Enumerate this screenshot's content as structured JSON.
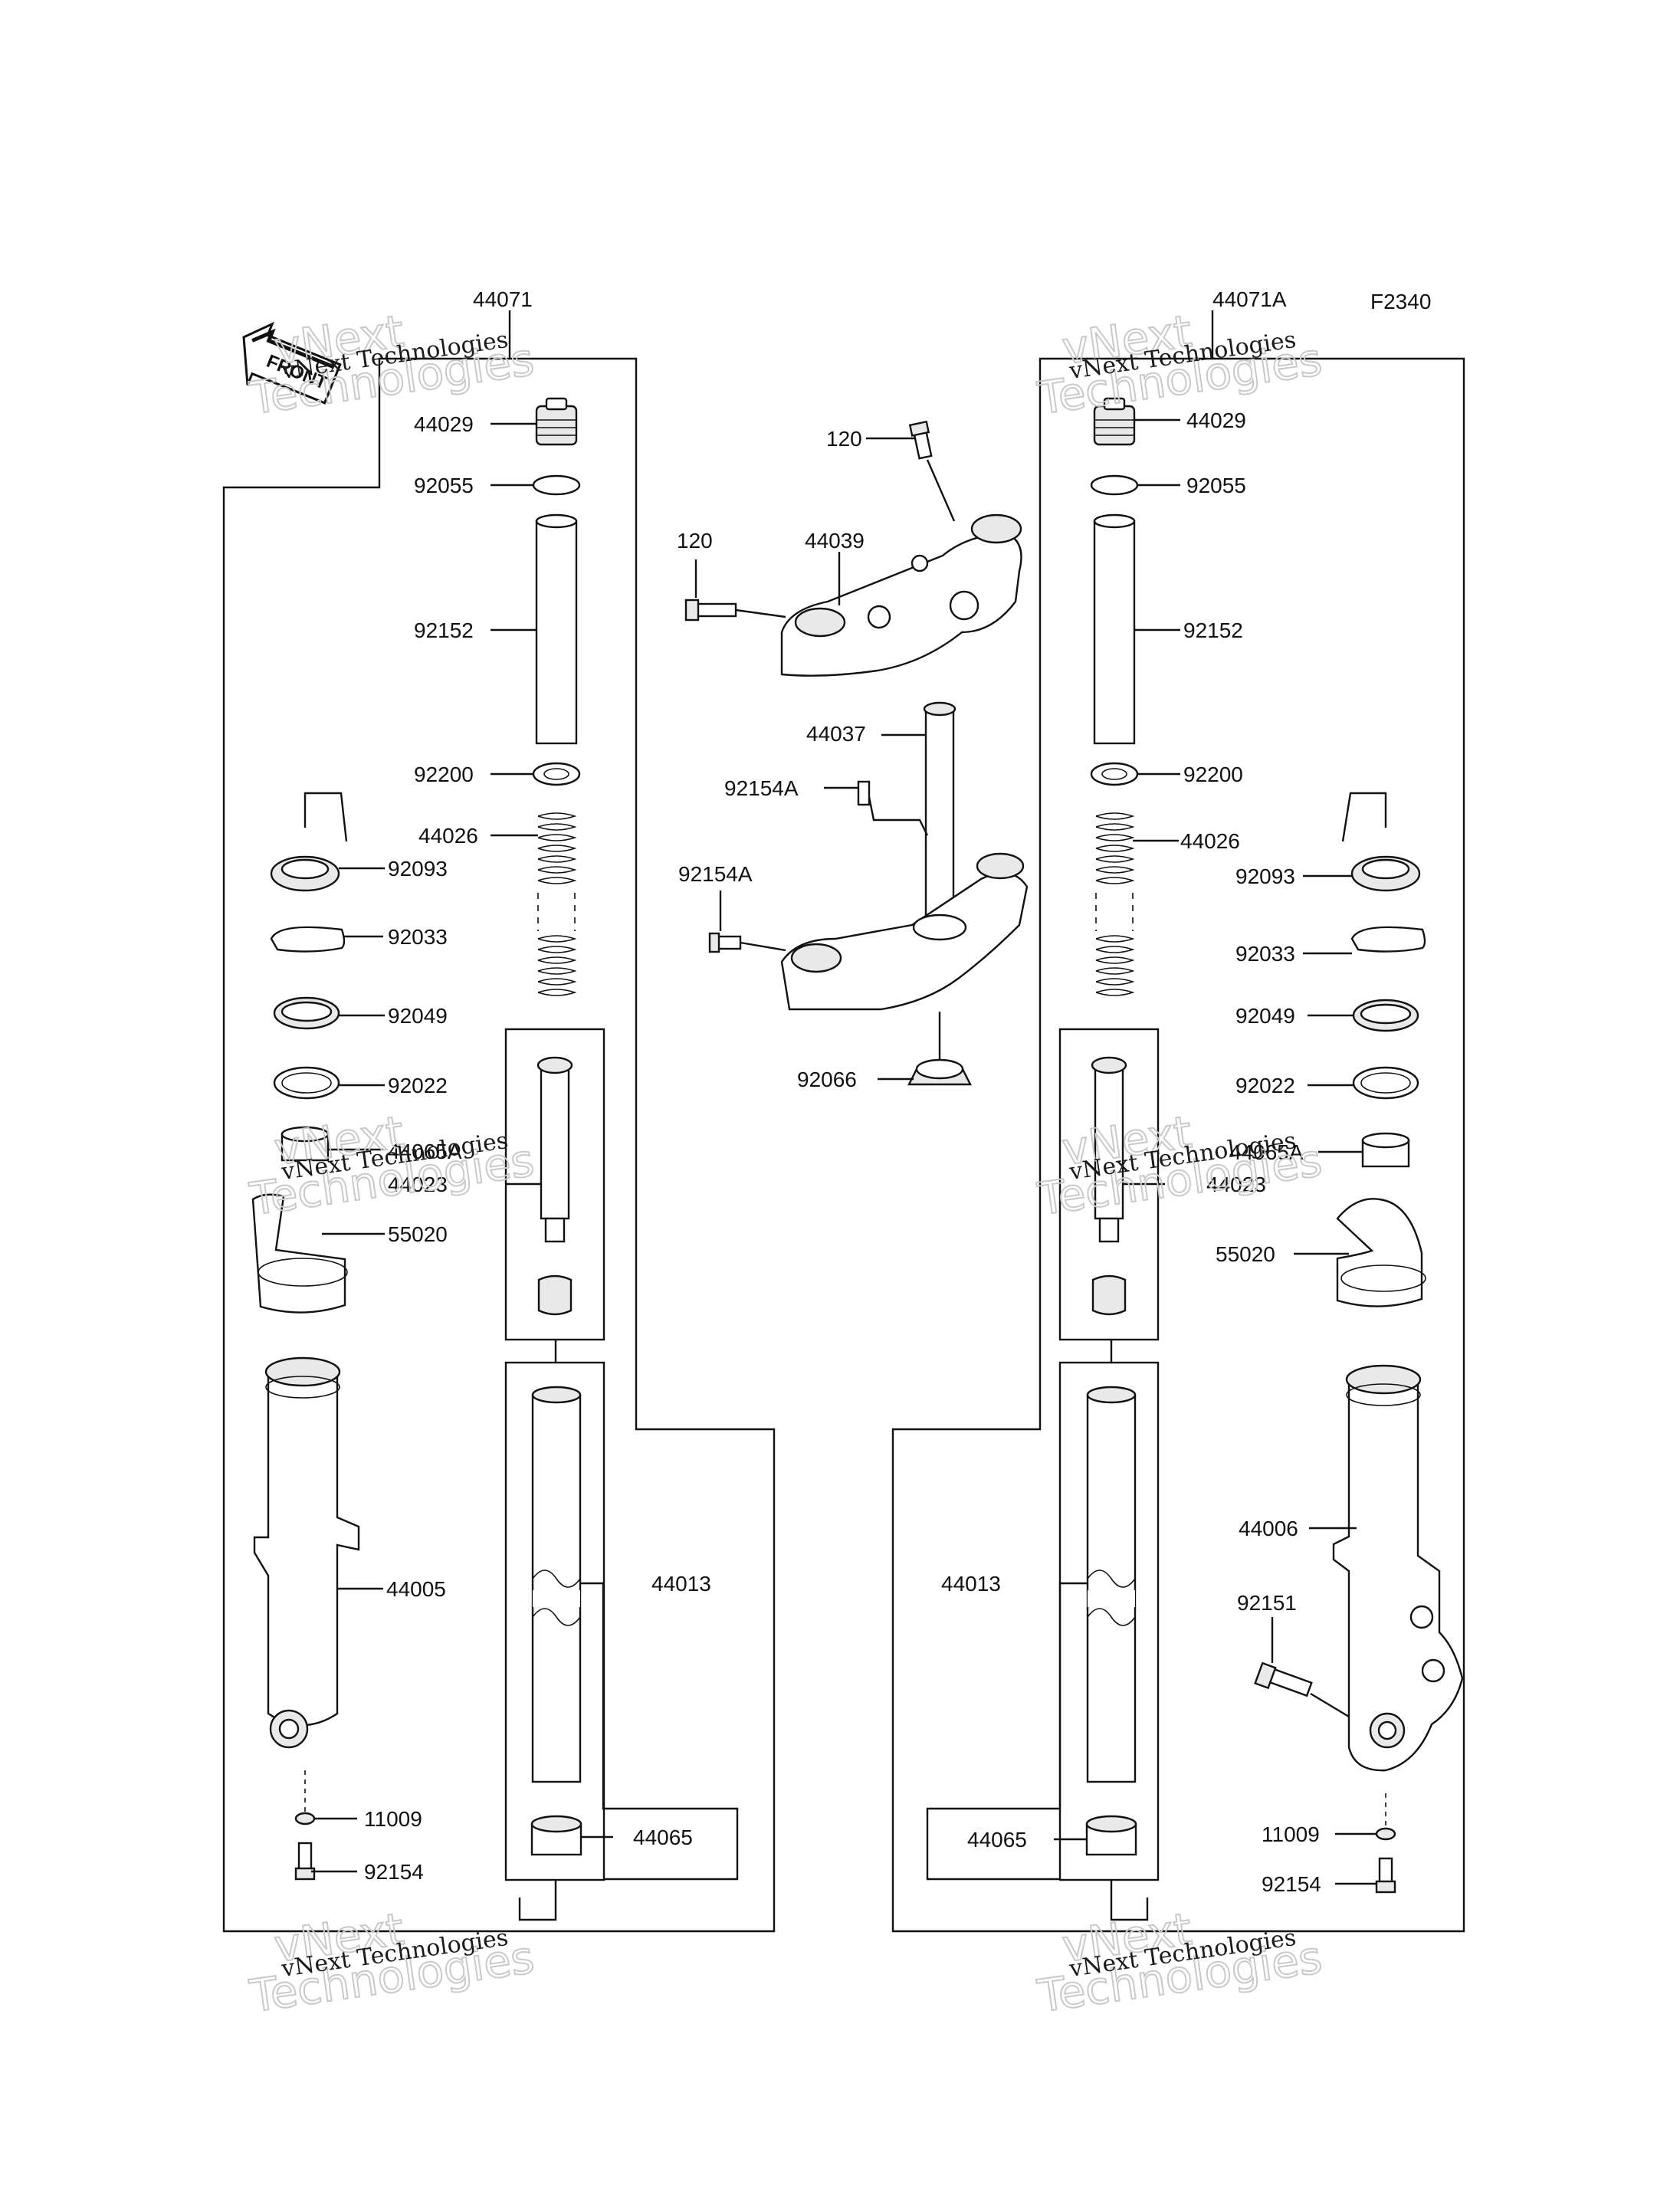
{
  "diagram_code": "F2340",
  "front_arrow_label": "FRONT",
  "watermark": {
    "line1": "vNext Technologies",
    "brand": "vNext",
    "brand2": "Technologies"
  },
  "labels": {
    "l_44071": "44071",
    "l_44029": "44029",
    "l_92055": "92055",
    "l_92152": "92152",
    "l_92200": "92200",
    "l_44026": "44026",
    "l_92093": "92093",
    "l_92033": "92033",
    "l_92049": "92049",
    "l_92022": "92022",
    "l_44065A": "44065A",
    "l_44023": "44023",
    "l_55020": "55020",
    "l_44005": "44005",
    "l_44013": "44013",
    "l_11009": "11009",
    "l_92154": "92154",
    "l_44065": "44065",
    "c_120a": "120",
    "c_120b": "120",
    "c_44039": "44039",
    "c_44037": "44037",
    "c_92154Aa": "92154A",
    "c_92154Ab": "92154A",
    "c_92066": "92066",
    "r_44071A": "44071A",
    "r_44029": "44029",
    "r_92055": "92055",
    "r_92152": "92152",
    "r_92200": "92200",
    "r_44026": "44026",
    "r_92093": "92093",
    "r_92033": "92033",
    "r_92049": "92049",
    "r_92022": "92022",
    "r_44065A": "44065A",
    "r_44023": "44023",
    "r_55020": "55020",
    "r_44006": "44006",
    "r_92151": "92151",
    "r_44013": "44013",
    "r_44065": "44065",
    "r_11009": "11009",
    "r_92154": "92154"
  }
}
